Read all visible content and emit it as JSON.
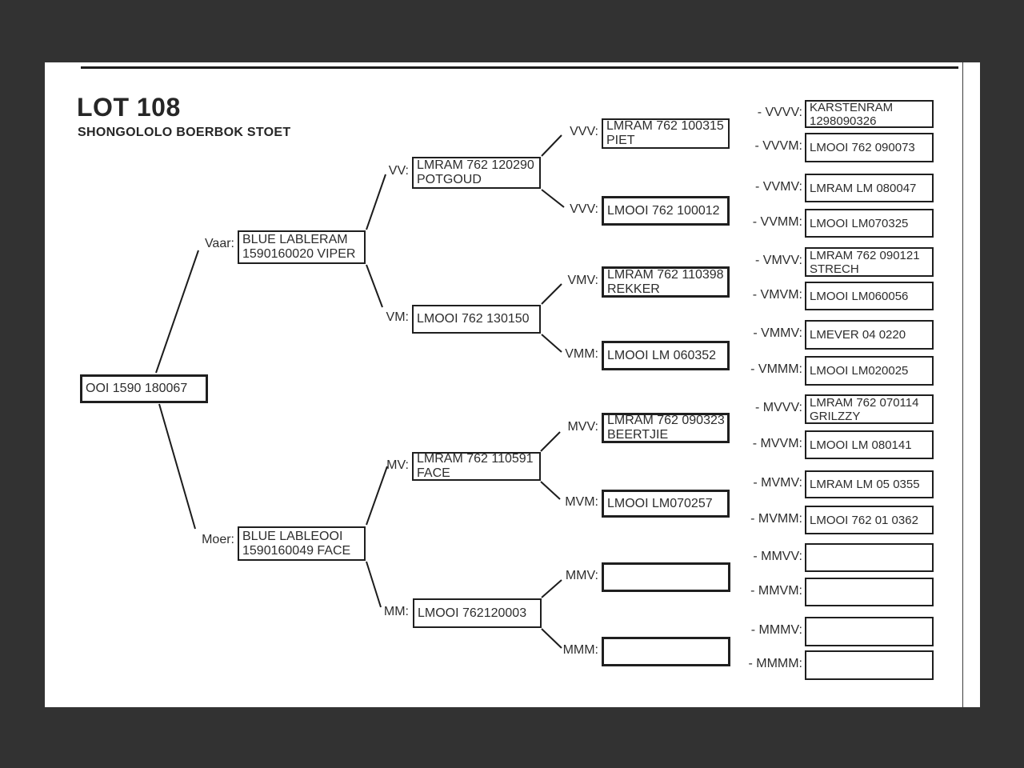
{
  "header": {
    "title": "LOT 108",
    "subtitle": "SHONGOLOLO BOERBOK STOET"
  },
  "colors": {
    "viewer_background": "#323232",
    "page_background": "#ffffff",
    "line_color": "#1c1c1c",
    "text_color": "#2d2d2d"
  },
  "nodes": {
    "subject": {
      "label": "",
      "line1": "OOI 1590 180067",
      "line2": ""
    },
    "vaar": {
      "label": "Vaar:",
      "line1": "BLUE LABLERAM",
      "line2": "1590160020 VIPER"
    },
    "moer": {
      "label": "Moer:",
      "line1": "BLUE LABLEOOI",
      "line2": "1590160049 FACE"
    },
    "vv": {
      "label": "VV:",
      "line1": "LMRAM 762 120290",
      "line2": "POTGOUD"
    },
    "vm": {
      "label": "VM:",
      "line1": "LMOOI 762 130150",
      "line2": ""
    },
    "mv": {
      "label": "MV:",
      "line1": "LMRAM 762 110591",
      "line2": "FACE"
    },
    "mm": {
      "label": "MM:",
      "line1": "LMOOI 762120003",
      "line2": ""
    },
    "vvv": {
      "label": "VVV:",
      "line1": "LMRAM 762 100315",
      "line2": "PIET"
    },
    "vvm": {
      "label": "VVV:",
      "line1": "LMOOI 762 100012",
      "line2": ""
    },
    "vmv": {
      "label": "VMV:",
      "line1": "LMRAM 762 110398",
      "line2": "REKKER"
    },
    "vmm": {
      "label": "VMM:",
      "line1": "LMOOI LM 060352",
      "line2": ""
    },
    "mvv": {
      "label": "MVV:",
      "line1": "LMRAM 762 090323",
      "line2": "BEERTJIE"
    },
    "mvm": {
      "label": "MVM:",
      "line1": "LMOOI LM070257",
      "line2": ""
    },
    "mmv": {
      "label": "MMV:",
      "line1": "",
      "line2": ""
    },
    "mmm": {
      "label": "MMM:",
      "line1": "",
      "line2": ""
    },
    "vvvv": {
      "label": "- VVVV:",
      "line1": "KARSTENRAM",
      "line2": "1298090326"
    },
    "vvvm": {
      "label": "- VVVM:",
      "line1": "LMOOI 762 090073",
      "line2": ""
    },
    "vvmv": {
      "label": "- VVMV:",
      "line1": "LMRAM LM 080047",
      "line2": ""
    },
    "vvmm": {
      "label": "- VVMM:",
      "line1": "LMOOI LM070325",
      "line2": ""
    },
    "vmvv": {
      "label": "- VMVV:",
      "line1": "LMRAM 762 090121",
      "line2": "STRECH"
    },
    "vmvm": {
      "label": "- VMVM:",
      "line1": "LMOOI LM060056",
      "line2": ""
    },
    "vmmv": {
      "label": "- VMMV:",
      "line1": "LMEVER 04 0220",
      "line2": ""
    },
    "vmmm": {
      "label": "- VMMM:",
      "line1": "LMOOI LM020025",
      "line2": ""
    },
    "mvvv": {
      "label": "- MVVV:",
      "line1": "LMRAM 762 070114",
      "line2": "GRILZZY"
    },
    "mvvm": {
      "label": "- MVVM:",
      "line1": "LMOOI LM 080141",
      "line2": ""
    },
    "mvmv": {
      "label": "- MVMV:",
      "line1": "LMRAM LM 05 0355",
      "line2": ""
    },
    "mvmm": {
      "label": "- MVMM:",
      "line1": "LMOOI 762 01 0362",
      "line2": ""
    },
    "mmvv": {
      "label": "- MMVV:",
      "line1": "",
      "line2": ""
    },
    "mmvm": {
      "label": "- MMVM:",
      "line1": "",
      "line2": ""
    },
    "mmmv": {
      "label": "- MMMV:",
      "line1": "",
      "line2": ""
    },
    "mmmm": {
      "label": "- MMMM:",
      "line1": "",
      "line2": ""
    }
  }
}
